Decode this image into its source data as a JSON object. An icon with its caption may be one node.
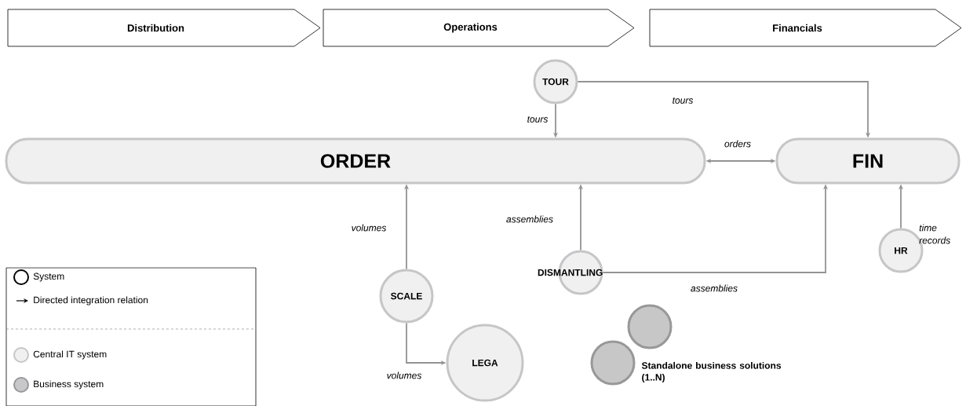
{
  "diagram": {
    "nodes": [
      {
        "text": [
          "Distribution"
        ]
      },
      {
        "text": [
          "Operations"
        ]
      },
      {
        "text": [
          "Financials"
        ]
      },
      {
        "text": [
          "TOUR"
        ]
      },
      {
        "text": [
          "ORDER"
        ]
      },
      {
        "text": [
          "FIN"
        ]
      },
      {
        "text": [
          "SCALE"
        ]
      },
      {
        "text": [
          "DISMANTLING"
        ]
      },
      {
        "text": [
          "HR"
        ]
      },
      {
        "text": [
          "LEGA"
        ]
      },
      {
        "text": [],
        "shape": "circle"
      },
      {
        "text": [],
        "shape": "circle",
        "beside": [
          "Standalone business solutions (1..N)"
        ]
      }
    ],
    "edges": [
      {
        "from": 3,
        "to": 4,
        "arrow": "to",
        "label": "tours"
      },
      {
        "from": 3,
        "to": 5,
        "arrow": "to",
        "label": "tours"
      },
      {
        "from": 4,
        "to": 5,
        "arrow": "both",
        "label": "orders"
      },
      {
        "from": 6,
        "to": 4,
        "arrow": "to",
        "label": "volumes"
      },
      {
        "from": 7,
        "to": 4,
        "arrow": "to",
        "label": "assemblies"
      },
      {
        "from": 7,
        "to": 5,
        "arrow": "to",
        "label": "assemblies"
      },
      {
        "from": 8,
        "to": 5,
        "arrow": "to",
        "label": "time records"
      },
      {
        "from": 6,
        "to": 9,
        "arrow": "to",
        "label": "volumes"
      }
    ],
    "legend": [
      {
        "text": "System"
      },
      {
        "text": "Directed integration relation"
      },
      {
        "text": "Central IT system",
        "color": "#f0f0f0"
      },
      {
        "text": "Business system",
        "color": "#c8c8ca"
      }
    ]
  }
}
